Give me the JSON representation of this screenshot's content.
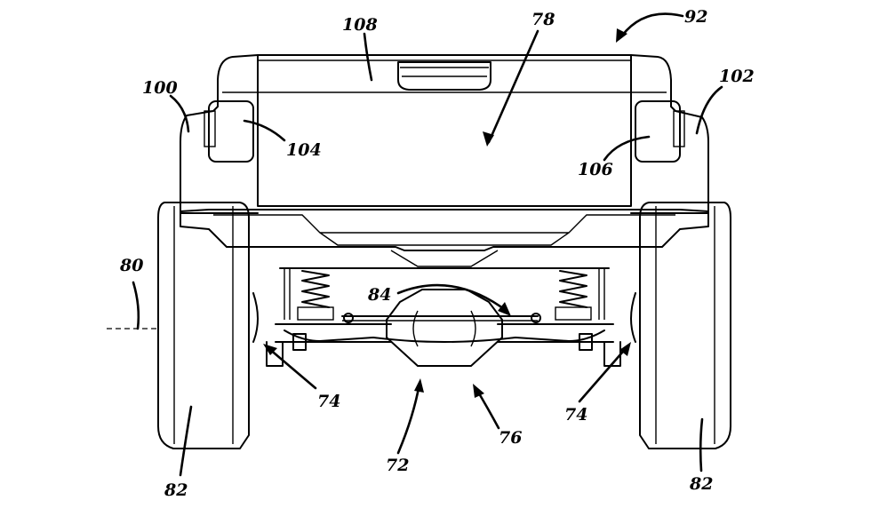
{
  "figure": {
    "subject": "Rear view of vehicle showing tailgate, tail lamps, rear bumper, axle assembly, springs and wheels",
    "stroke_color": "#000000",
    "background_color": "#ffffff"
  },
  "labels": {
    "n108": "108",
    "n78": "78",
    "n92": "92",
    "n100": "100",
    "n102": "102",
    "n104": "104",
    "n106": "106",
    "n80": "80",
    "n84": "84",
    "n74_left": "74",
    "n74_right": "74",
    "n72": "72",
    "n76": "76",
    "n82_left": "82",
    "n82_right": "82"
  }
}
